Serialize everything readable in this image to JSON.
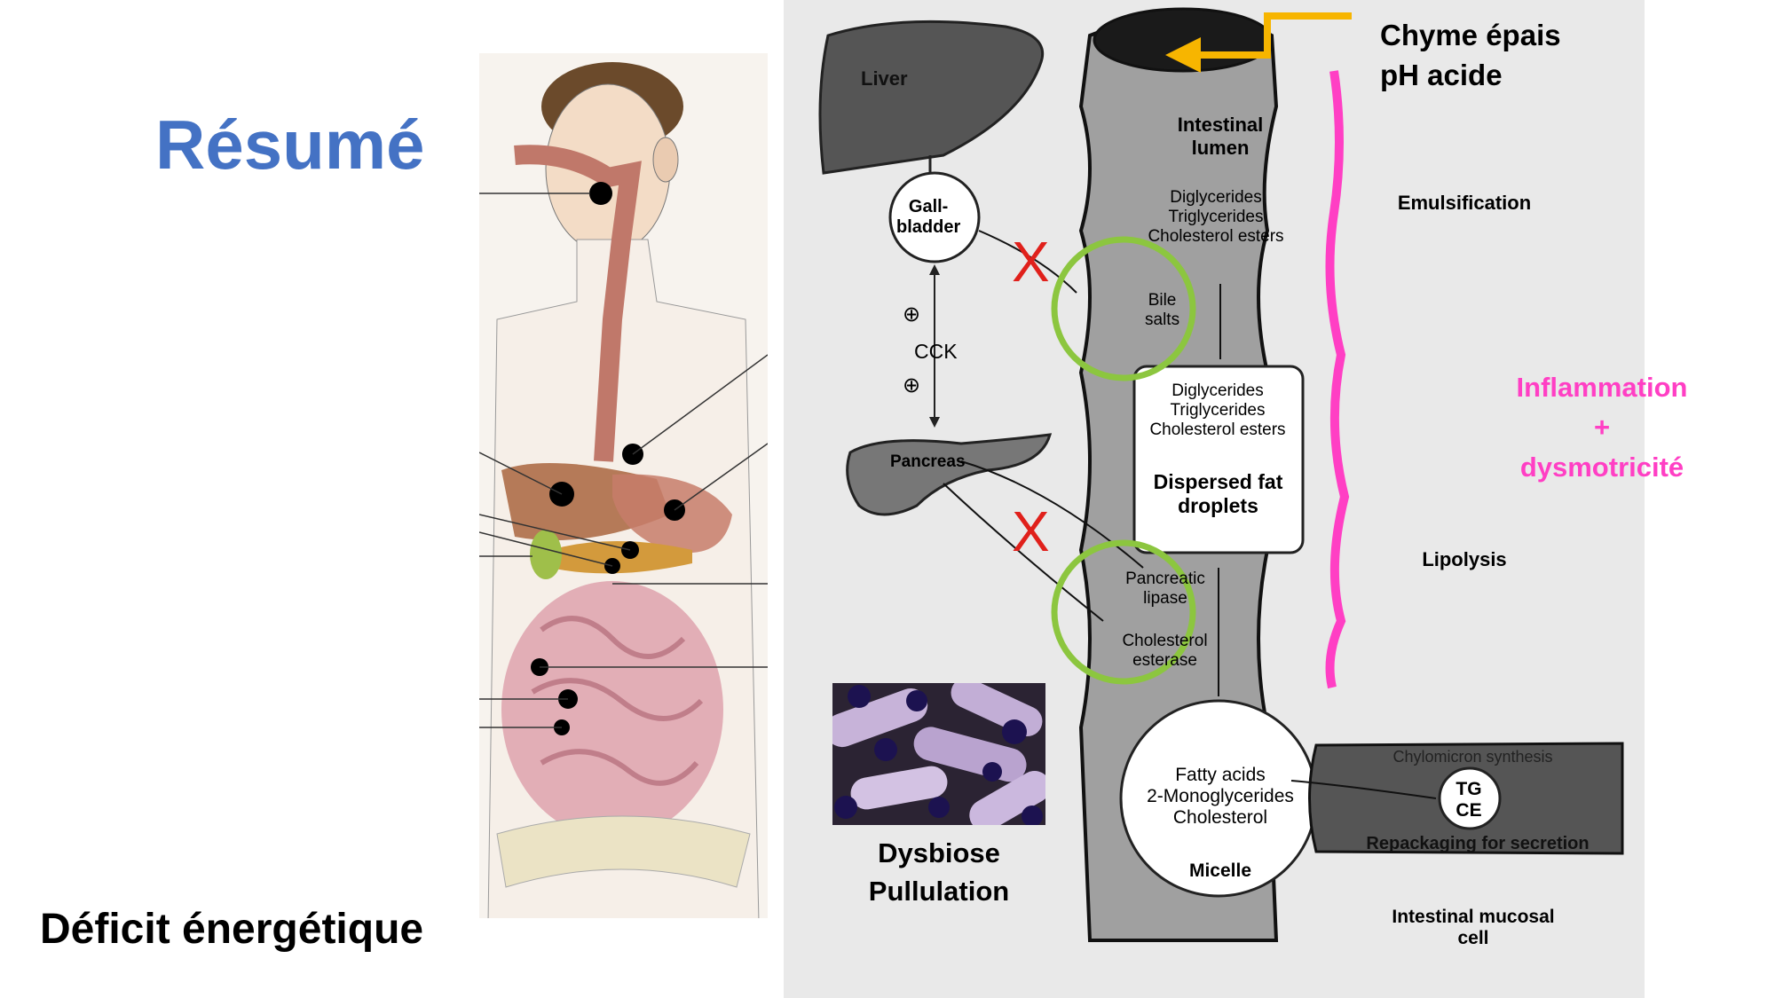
{
  "slide": {
    "title": "Résumé",
    "footer": "Déficit énergétique"
  },
  "diagram": {
    "labels": {
      "liver": "Liver",
      "gallbladder": "Gall-\nbladder",
      "cck": "CCK",
      "plus_top": "⊕",
      "plus_bottom": "⊕",
      "pancreas": "Pancreas",
      "lumen": "Intestinal\nlumen",
      "lumen_lipids": "Diglycerides\nTriglycerides\nCholesterol esters",
      "bile_salts": "Bile\nsalts",
      "box_lipids": "Diglycerides\nTriglycerides\nCholesterol esters",
      "dispersed": "Dispersed fat\ndroplets",
      "pancreatic_lipase": "Pancreatic\nlipase",
      "cholesterol_esterase": "Cholesterol\nesterase",
      "micelle_contents": "Fatty acids\n2-Monoglycerides\nCholesterol",
      "micelle": "Micelle",
      "chylomicron": "Chylomicron synthesis",
      "tg": "TG",
      "ce": "CE",
      "repackaging": "Repackaging for secretion",
      "mucosal_cell": "Intestinal mucosal\ncell",
      "emulsification": "Emulsification",
      "lipolysis": "Lipolysis"
    },
    "annotations": {
      "chyme": "Chyme épais\npH acide",
      "inflammation": "Inflammation\n+\ndysmotricité",
      "dysbiose": "Dysbiose\nPullulation",
      "cross_1": "X",
      "cross_2": "X"
    },
    "colors": {
      "title_blue": "#4472c4",
      "annotation_pink": "#ff3fc4",
      "arrow_orange": "#f7b500",
      "circle_green": "#8cc63f",
      "cross_red": "#e0201b"
    }
  }
}
